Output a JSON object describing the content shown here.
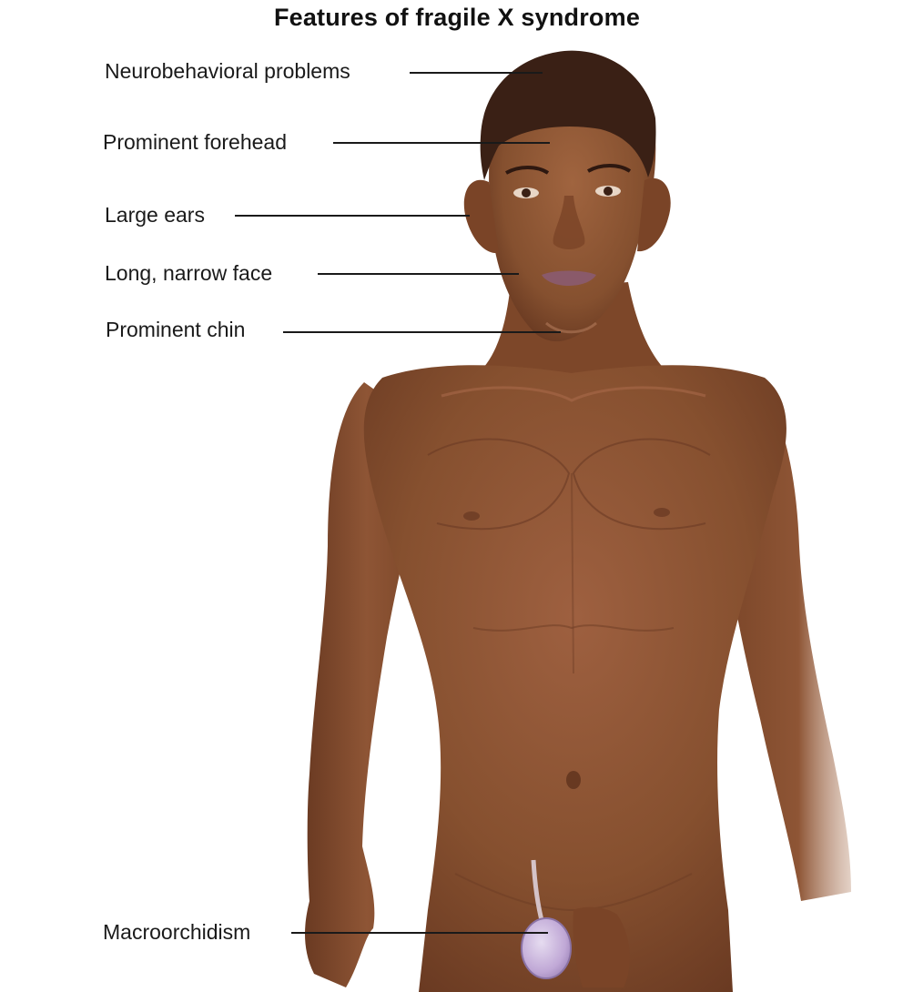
{
  "title": "Features of fragile X syndrome",
  "labels": {
    "neurobehavioral": "Neurobehavioral problems",
    "forehead": "Prominent forehead",
    "ears": "Large ears",
    "face": "Long, narrow face",
    "chin": "Prominent chin",
    "macroorchidism": "Macroorchidism"
  },
  "colors": {
    "skin": "#8a5236",
    "skin_shadow": "#6b3b24",
    "skin_highlight": "#a8694a",
    "hair": "#3a2015",
    "testis": "#c9b4dc",
    "leader": "#1a1a1a"
  }
}
